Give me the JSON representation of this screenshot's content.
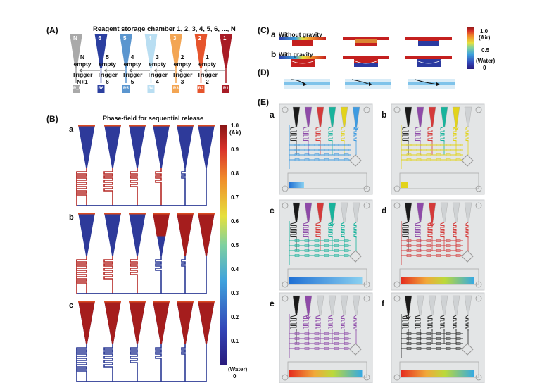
{
  "panelA": {
    "label": "(A)",
    "title": "Reagent storage chamber 1, 2, 3, 4, 5, 6, ..., N",
    "chambers": [
      {
        "num": "N",
        "color": "#a9a9a9",
        "status": "N\nempty",
        "trigger": "Trigger\nN+1",
        "resistor": "R_N"
      },
      {
        "num": "6",
        "color": "#2b3fa0",
        "status": "5\nempty",
        "trigger": "Trigger\n6",
        "resistor": "R6"
      },
      {
        "num": "5",
        "color": "#5b96cf",
        "status": "4\nempty",
        "trigger": "Trigger\n5",
        "resistor": "R5"
      },
      {
        "num": "4",
        "color": "#b9def2",
        "status": "3\nempty",
        "trigger": "Trigger\n4",
        "resistor": "R4"
      },
      {
        "num": "3",
        "color": "#f3a553",
        "status": "2\nempty",
        "trigger": "Trigger\n3",
        "resistor": "R3"
      },
      {
        "num": "2",
        "color": "#e6542c",
        "status": "1\nempty",
        "trigger": "Trigger\n2",
        "resistor": "R2"
      },
      {
        "num": "1",
        "color": "#a81c26",
        "status": "",
        "trigger": "",
        "resistor": "R1"
      }
    ],
    "dots": "........"
  },
  "panelB": {
    "label": "(B)",
    "title": "Phase-field for sequential release",
    "rows": [
      "a",
      "b",
      "c"
    ],
    "colorbar": {
      "top": "1.0",
      "top_unit": "(Air)",
      "bottom": "0",
      "bottom_unit": "(Water)",
      "ticks": [
        "0.9",
        "0.8",
        "0.7",
        "0.6",
        "0.5",
        "0.4",
        "0.3",
        "0.2",
        "0.1"
      ]
    }
  },
  "panelC": {
    "label": "(C)",
    "row_a": "a",
    "row_a_text": "Without gravity",
    "row_b": "b",
    "row_b_text": "With gravity",
    "colorbar": {
      "top": "1.0",
      "top_unit": "(Air)",
      "mid": "0.5",
      "bottom": "(Water)",
      "bottom_val": "0"
    }
  },
  "panelD": {
    "label": "(D)"
  },
  "panelE": {
    "label": "(E)",
    "sublabels": [
      "a",
      "b",
      "c",
      "d",
      "e",
      "f"
    ]
  }
}
